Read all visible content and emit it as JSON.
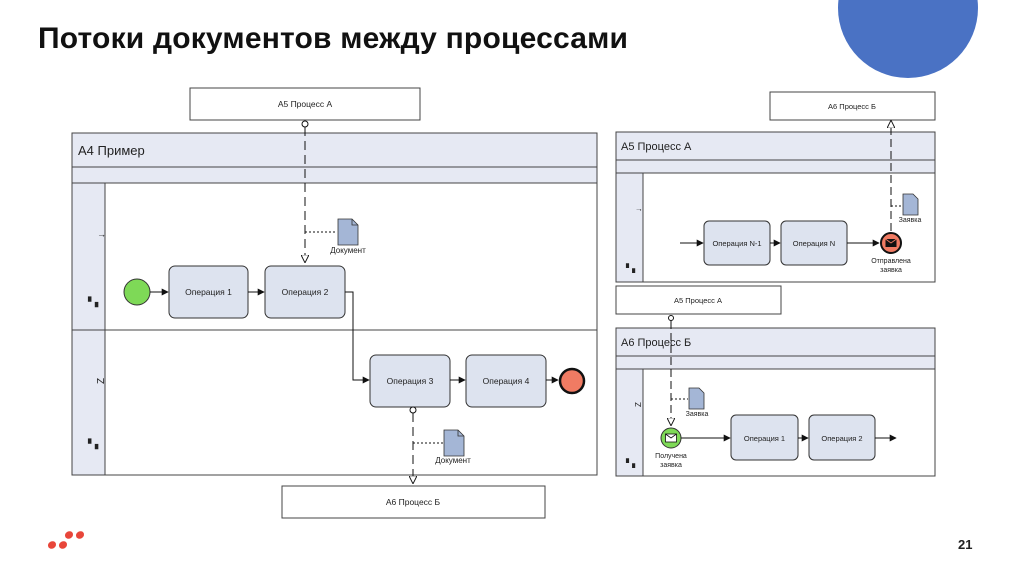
{
  "slide": {
    "title": "Потоки документов между процессами",
    "page_number": "21"
  },
  "left_diagram": {
    "external_top": "А5 Процесс А",
    "external_bottom": "А6 Процесс Б",
    "pool_title": "А4 Пример",
    "doc1_label": "Документ",
    "doc2_label": "Документ",
    "tasks": [
      "Операция 1",
      "Операция 2",
      "Операция 3",
      "Операция 4"
    ]
  },
  "right_top_diagram": {
    "external": "А6 Процесс Б",
    "pool_title": "А5 Процесс А",
    "doc_label": "Заявка",
    "tasks": [
      "Операция N-1",
      "Операция N"
    ],
    "end_event_label_1": "Отправлена",
    "end_event_label_2": "заявка"
  },
  "right_bottom_diagram": {
    "external": "А5 Процесс А",
    "pool_title": "А6 Процесс Б",
    "doc_label": "Заявка",
    "tasks": [
      "Операция 1",
      "Операция 2"
    ],
    "start_event_label_1": "Получена",
    "start_event_label_2": "заявка"
  },
  "colors": {
    "deco_circle": "#4a72c4",
    "pool_header": "#e6e9f3",
    "task_fill": "#dde3ef",
    "start_event": "#7ed957",
    "end_event": "#f07b63",
    "logo": "#e8463a"
  }
}
